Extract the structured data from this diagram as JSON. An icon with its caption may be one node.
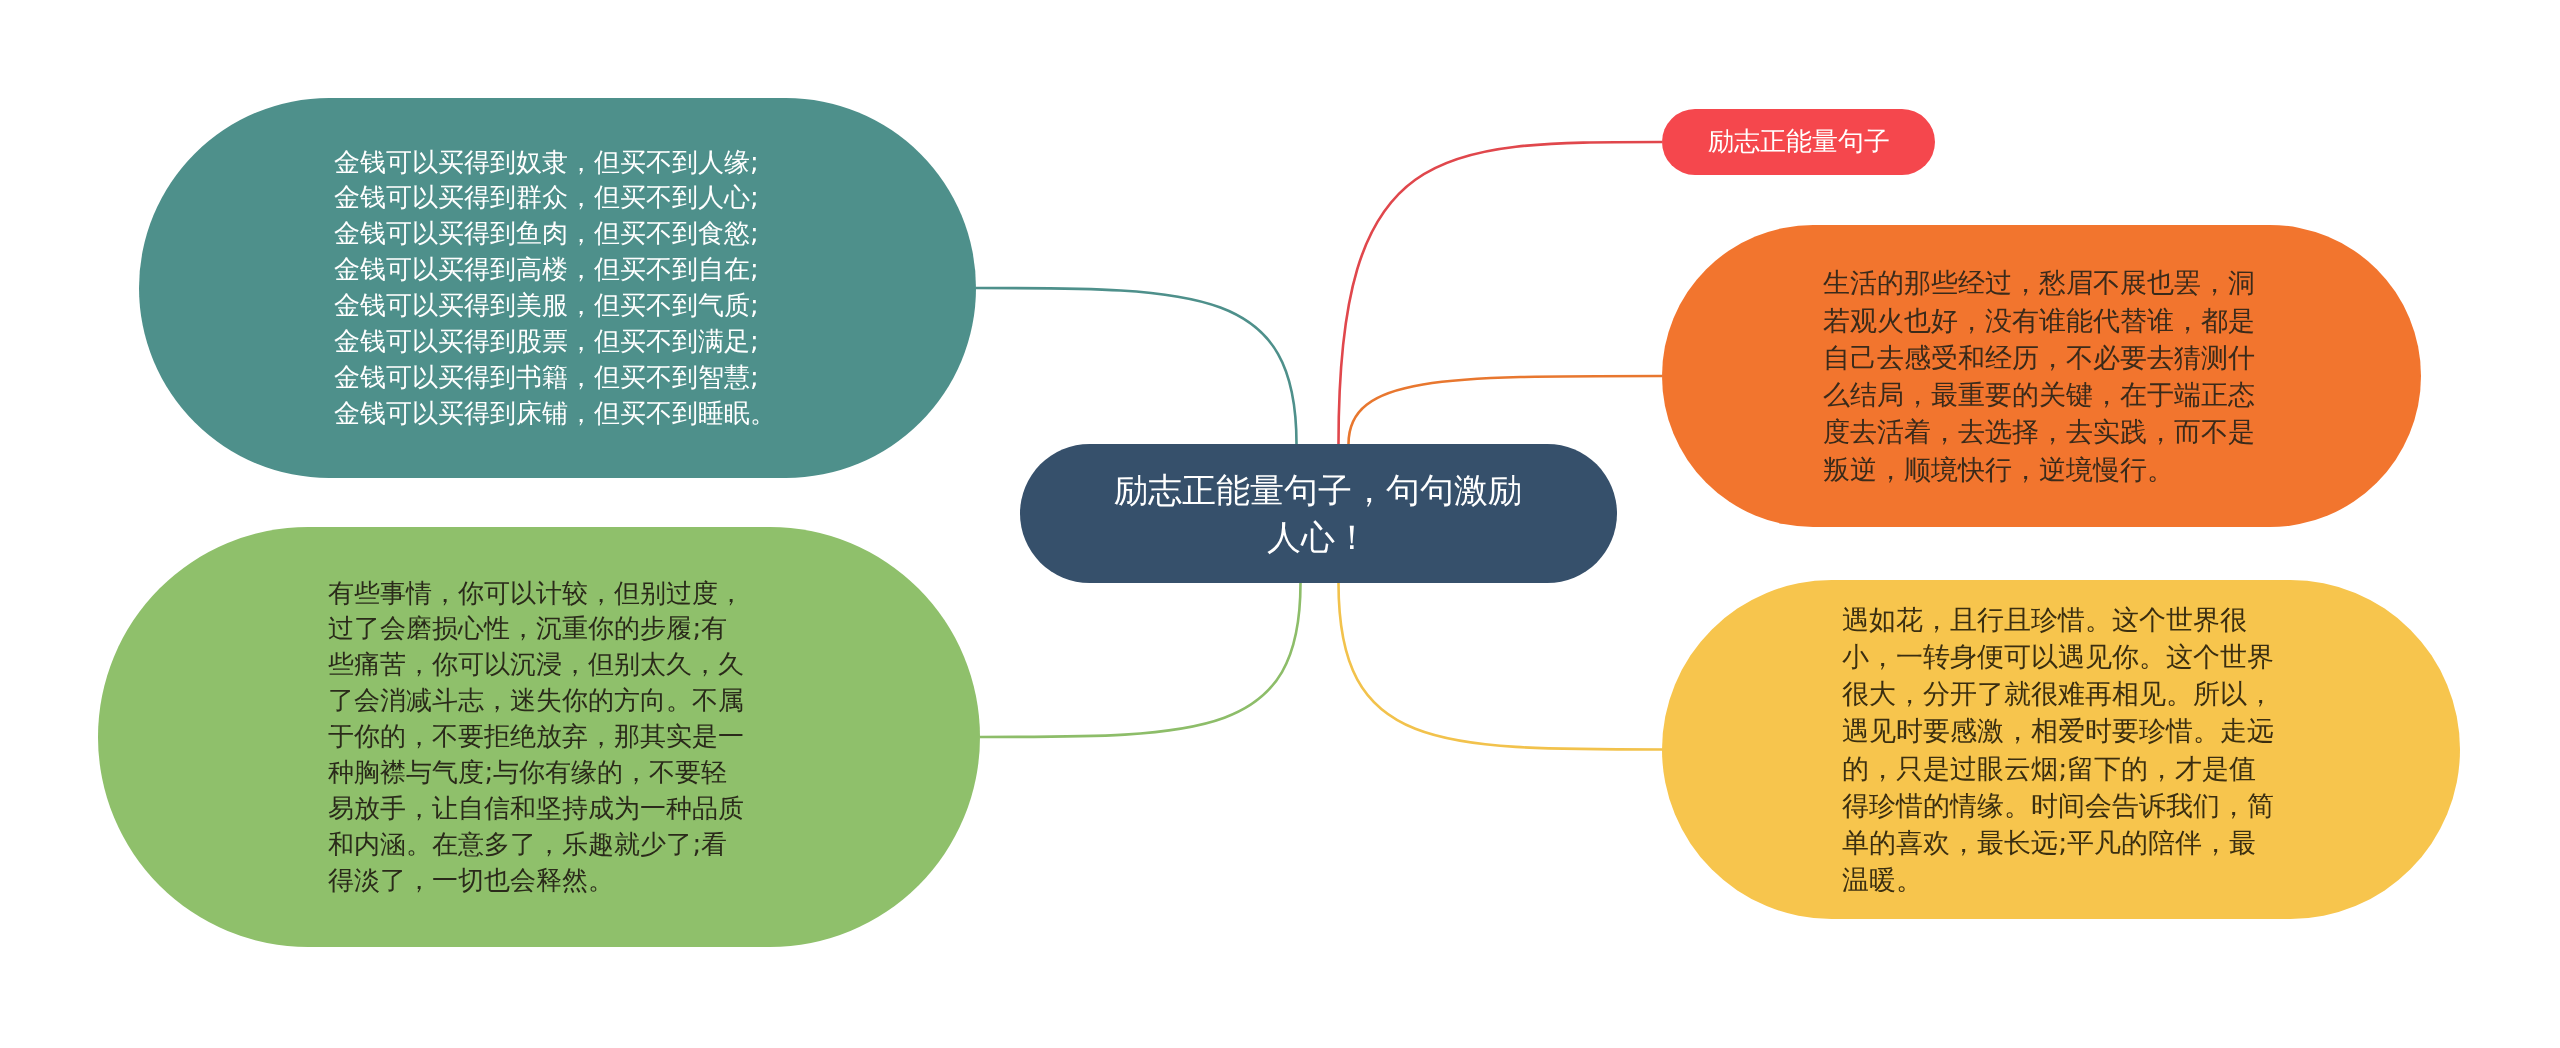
{
  "diagram": {
    "nodes": [
      {
        "text": [
          "励志正能量句子，句句激励人心！"
        ]
      },
      {
        "text": [
          "励志正能量句子"
        ]
      },
      {
        "text": [
          "生活的那些经过，愁眉不展也罢，洞若观火也好，没有谁能代替谁，都是自己去感受和经历，不必要去猜测什么结局，最重要的关键，在于端正态度去活着，去选择，去实践，而不是叛逆，顺境快行，逆境慢行。"
        ]
      },
      {
        "text": [
          "遇如花，且行且珍惜。这个世界很小，一转身便可以遇见你。这个世界很大，分开了就很难再相见。所以，遇见时要感激，相爱时要珍惜。走远的，只是过眼云烟;留下的，才是值得珍惜的情缘。时间会告诉我们，简单的喜欢，最长远;平凡的陪伴，最温暖。"
        ]
      },
      {
        "text": [
          "金钱可以买得到奴隶，但买不到人缘;金钱可以买得到群众，但买不到人心;金钱可以买得到鱼肉，但买不到食慾;金钱可以买得到高楼，但买不到自在;金钱可以买得到美服，但买不到气质;金钱可以买得到股票，但买不到满足;金钱可以买得到书籍，但买不到智慧;金钱可以买得到床铺，但买不到睡眠。"
        ]
      },
      {
        "text": [
          "有些事情，你可以计较，但别过度，过了会磨损心性，沉重你的步履;有些痛苦，你可以沉浸，但别太久，久了会消减斗志，迷失你的方向。不属于你的，不要拒绝放弃，那其实是一种胸襟与气度;与你有缘的，不要轻易放手，让自信和坚持成为一种品质和内涵。在意多了，乐趣就少了;看得淡了，一切也会释然。"
        ]
      }
    ],
    "edges": [
      {
        "from": 0,
        "to": 1,
        "arrow": "none",
        "color": "#e0474c"
      },
      {
        "from": 0,
        "to": 2,
        "arrow": "none",
        "color": "#e8772f"
      },
      {
        "from": 0,
        "to": 3,
        "arrow": "none",
        "color": "#f2c24c"
      },
      {
        "from": 0,
        "to": 4,
        "arrow": "none",
        "color": "#4e908b"
      },
      {
        "from": 0,
        "to": 5,
        "arrow": "none",
        "color": "#8dbd69"
      }
    ]
  }
}
